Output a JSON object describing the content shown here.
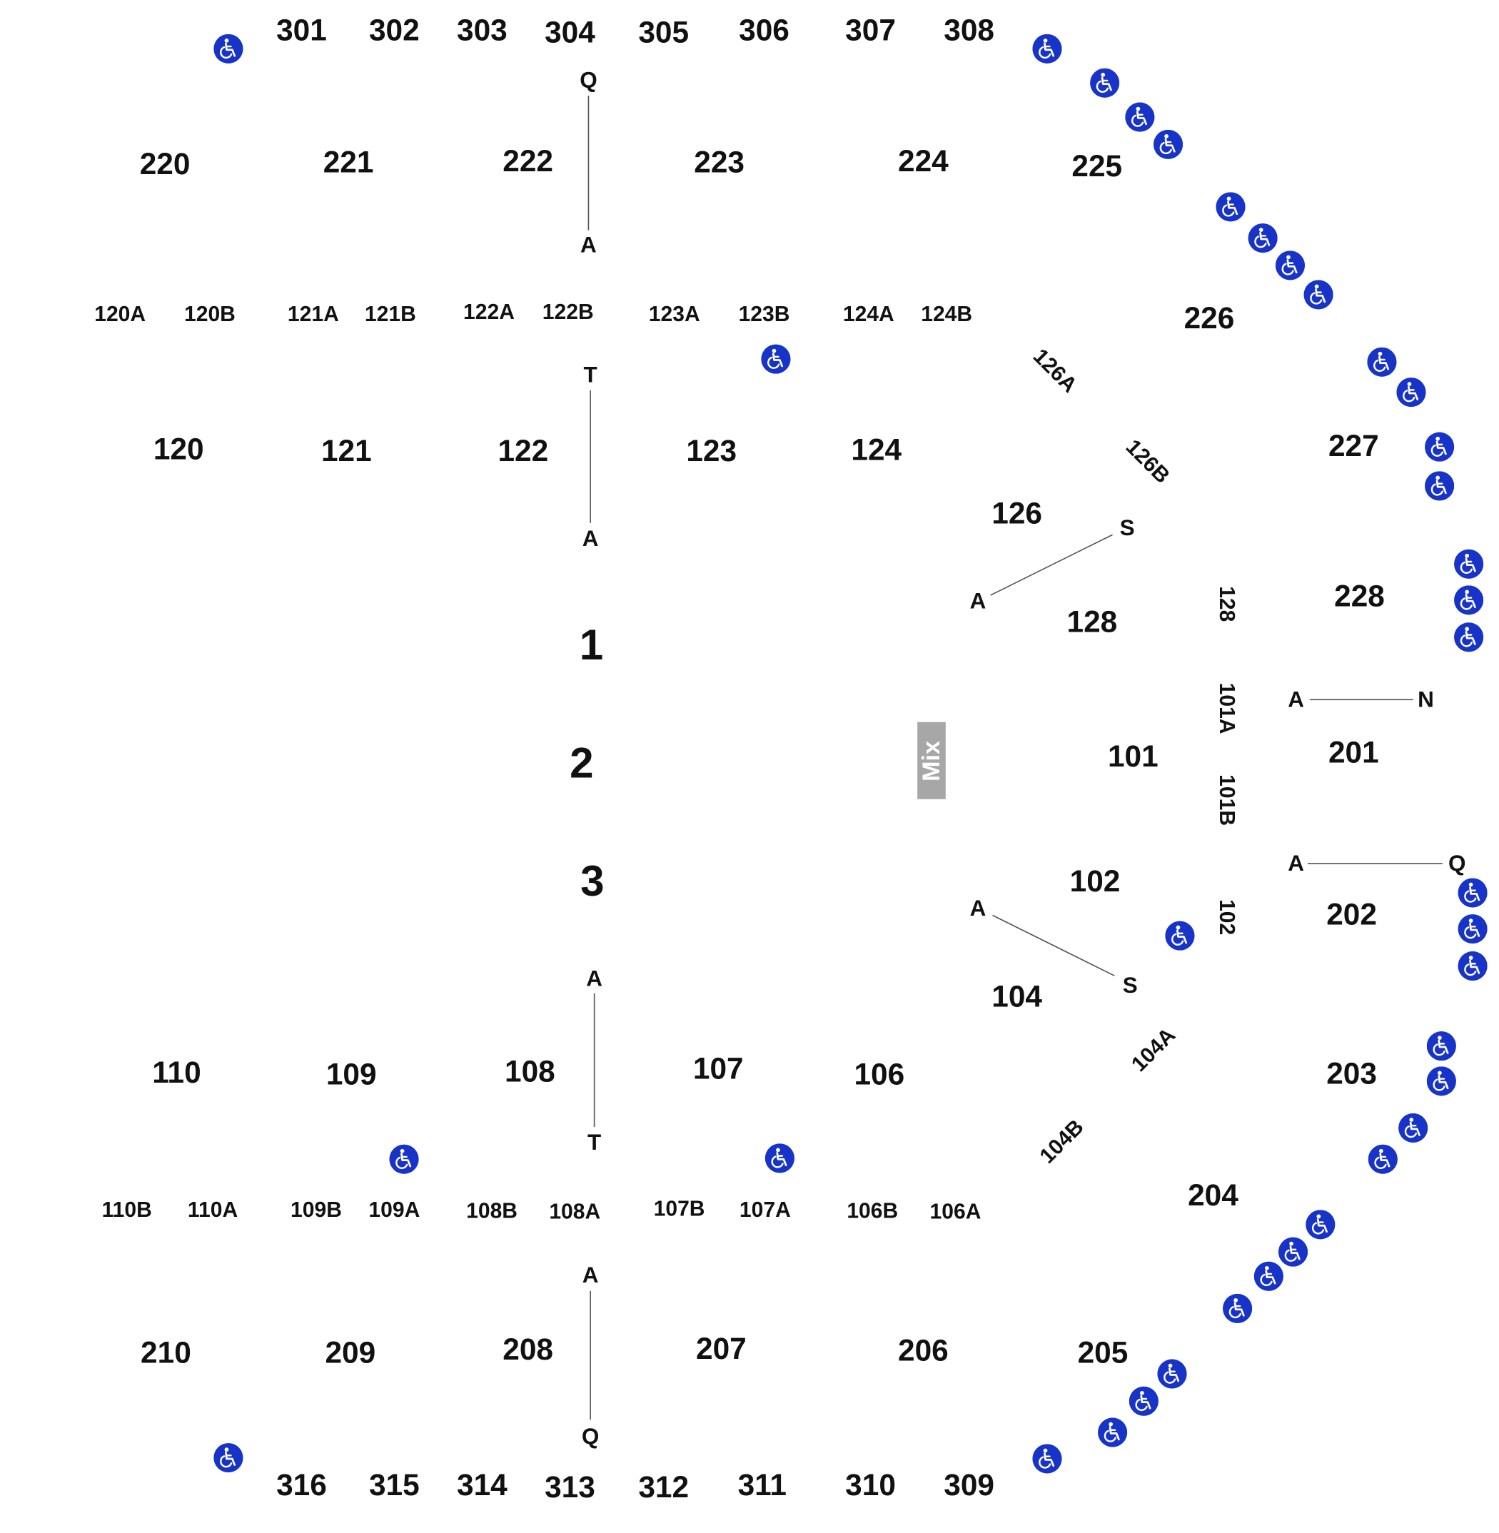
{
  "sections_300_top": [
    "301",
    "302",
    "303",
    "304",
    "305",
    "306",
    "307",
    "308"
  ],
  "sections_300_bottom": [
    "316",
    "315",
    "314",
    "313",
    "312",
    "311",
    "310",
    "309"
  ],
  "sections_200": [
    "220",
    "221",
    "222",
    "223",
    "224",
    "225",
    "226",
    "227",
    "228",
    "201",
    "202",
    "203",
    "204",
    "205",
    "206",
    "207",
    "208",
    "209",
    "210"
  ],
  "sections_100": [
    "120",
    "121",
    "122",
    "123",
    "124",
    "126",
    "128",
    "101",
    "102",
    "104",
    "106",
    "107",
    "108",
    "109",
    "110"
  ],
  "subsections_top": [
    "120A",
    "120B",
    "121A",
    "121B",
    "122A",
    "122B",
    "123A",
    "123B",
    "124A",
    "124B"
  ],
  "subsections_bottom": [
    "110B",
    "110A",
    "109B",
    "109A",
    "108B",
    "108A",
    "107B",
    "107A",
    "106B",
    "106A"
  ],
  "rotated_labels": [
    "126A",
    "126B",
    "128",
    "101A",
    "101B",
    "102",
    "104A",
    "104B"
  ],
  "row_labels": {
    "top_aisle": [
      "Q",
      "A"
    ],
    "upper_aisle": [
      "T",
      "A"
    ],
    "right_upper": [
      "S",
      "A"
    ],
    "right_mid_upper": [
      "A",
      "N"
    ],
    "right_mid_lower": [
      "A",
      "Q"
    ],
    "right_lower": [
      "A",
      "S"
    ],
    "lower_aisle": [
      "A",
      "T"
    ],
    "bottom_aisle": [
      "A",
      "Q"
    ]
  },
  "stage_markers": [
    "1",
    "2",
    "3"
  ],
  "mix_label": "Mix",
  "accessible_icon": "wheelchair-icon",
  "colors": {
    "accessible": "#1833c8",
    "mix": "#a7a7a7",
    "text": "#111111"
  }
}
